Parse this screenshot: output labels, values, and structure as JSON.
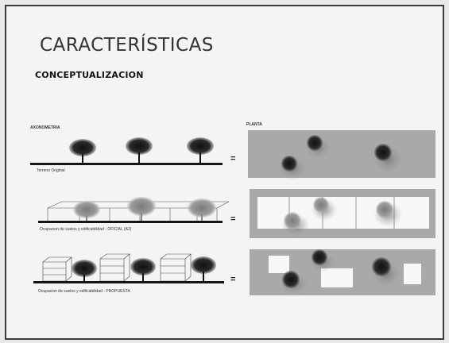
{
  "slide": {
    "title": "CARACTERÍSTICAS",
    "subtitle": "CONCEPTUALIZACION"
  },
  "left_panel": {
    "header": "AXONOMETRIA"
  },
  "right_panel": {
    "header": "PLANTA"
  },
  "rows": [
    {
      "caption": "Terreno Original",
      "equals": "="
    },
    {
      "caption": "Ocupacion de suelos y edificabilidad - OFICIAL (A2)",
      "equals": "="
    },
    {
      "caption": "Ocupacion de suelos y edificabilidad - PROPUESTA",
      "equals": "="
    }
  ],
  "colors": {
    "ground": "#151515",
    "plan_bg": "#a9a9a9",
    "tree_dark": "#1c1c1c",
    "tree_light": "#8f8f8f"
  }
}
